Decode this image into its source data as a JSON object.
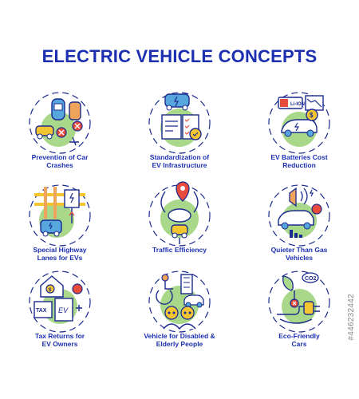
{
  "title": "ELECTRIC VEHICLE CONCEPTS",
  "colors": {
    "title": "#1c2fb0",
    "stroke": "#1b2a8f",
    "green": "#a9d88a",
    "red": "#e64b3c",
    "yellow": "#f3c531",
    "blue": "#57a6de",
    "orange": "#f0a45b"
  },
  "icons": [
    {
      "icon": "car-crash-icon",
      "caption": [
        "Prevention of Car",
        "Crashes"
      ]
    },
    {
      "icon": "ev-infrastructure-standard-icon",
      "caption": [
        "Standardization of",
        "EV Infrastructure"
      ]
    },
    {
      "icon": "battery-cost-icon",
      "caption": [
        "EV Batteries Cost",
        "Reduction"
      ]
    },
    {
      "icon": "highway-lane-icon",
      "caption": [
        "Special Highway",
        "Lanes for EVs"
      ]
    },
    {
      "icon": "traffic-efficiency-icon",
      "caption": [
        "Traffic Efficiency"
      ]
    },
    {
      "icon": "quiet-car-icon",
      "caption": [
        "Quieter Than Gas",
        "Vehicles"
      ]
    },
    {
      "icon": "tax-return-icon",
      "caption": [
        "Tax Returns for",
        "EV Owners"
      ]
    },
    {
      "icon": "disabled-elderly-icon",
      "caption": [
        "Vehicle for Disabled &",
        "Elderly People"
      ]
    },
    {
      "icon": "eco-friendly-icon",
      "caption": [
        "Eco-Friendly",
        "Cars"
      ]
    }
  ],
  "watermark": "#446232442"
}
